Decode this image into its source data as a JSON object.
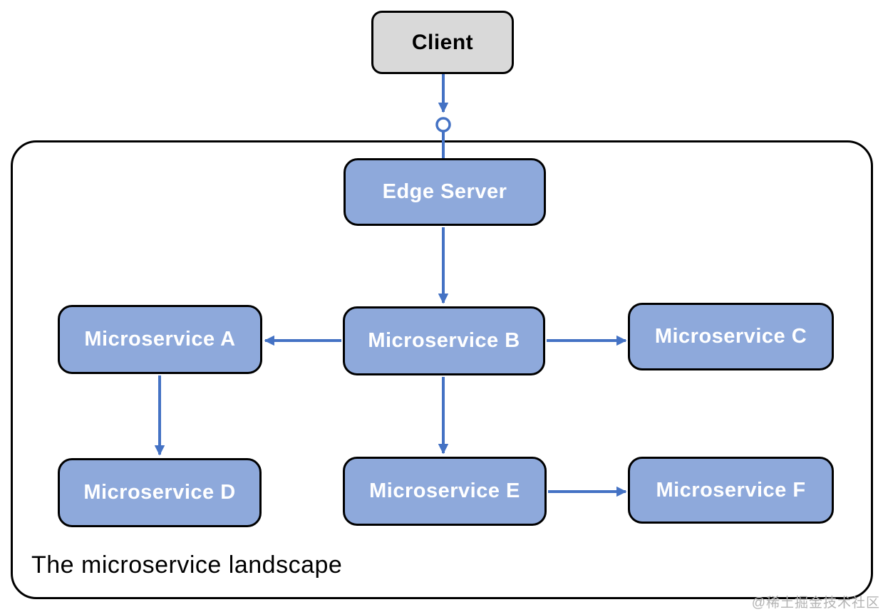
{
  "diagram": {
    "title": "The microservice landscape",
    "watermark": "@稀土掘金技术社区",
    "nodes": {
      "client": {
        "label": "Client"
      },
      "edge_server": {
        "label": "Edge Server"
      },
      "ms_a": {
        "label": "Microservice A"
      },
      "ms_b": {
        "label": "Microservice B"
      },
      "ms_c": {
        "label": "Microservice C"
      },
      "ms_d": {
        "label": "Microservice D"
      },
      "ms_e": {
        "label": "Microservice E"
      },
      "ms_f": {
        "label": "Microservice F"
      }
    },
    "edges": [
      {
        "from": "Client",
        "to": "Edge Server",
        "connector": "arrow-down-through-lollipop-circle"
      },
      {
        "from": "Edge Server",
        "to": "Microservice B",
        "connector": "arrow-down"
      },
      {
        "from": "Microservice B",
        "to": "Microservice A",
        "connector": "arrow-left"
      },
      {
        "from": "Microservice B",
        "to": "Microservice C",
        "connector": "arrow-right"
      },
      {
        "from": "Microservice A",
        "to": "Microservice D",
        "connector": "arrow-down"
      },
      {
        "from": "Microservice B",
        "to": "Microservice E",
        "connector": "arrow-down"
      },
      {
        "from": "Microservice E",
        "to": "Microservice F",
        "connector": "arrow-right"
      }
    ],
    "colors": {
      "node_fill": "#8EA9DB",
      "client_fill": "#D9D9D9",
      "border": "#000000",
      "arrow": "#4472C4",
      "node_text": "#FFFFFF",
      "client_text": "#000000",
      "title_text": "#000000",
      "watermark_text": "#B3B3B3",
      "canvas_bg": "#FFFFFF"
    }
  }
}
